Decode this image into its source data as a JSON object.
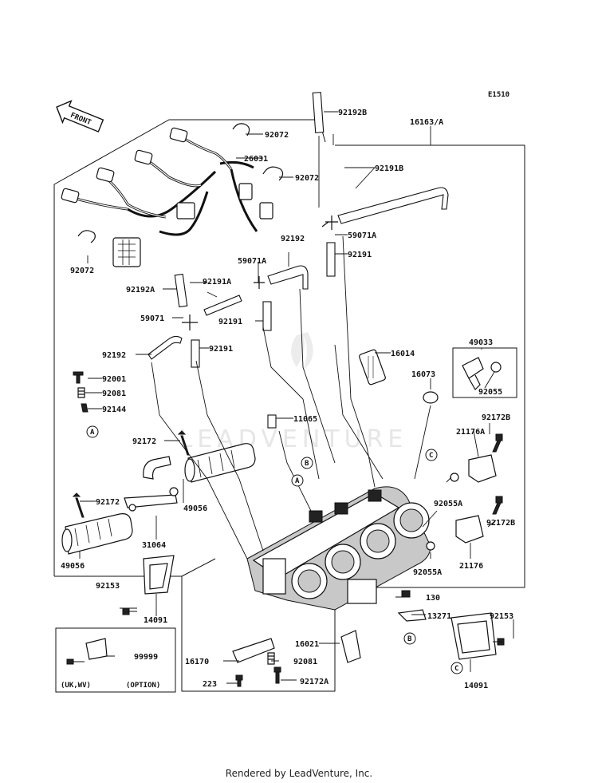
{
  "diagram_code": "E1510",
  "front_label": "FRONT",
  "watermark": "LEADVENTURE",
  "footer": "Rendered by LeadVenture, Inc.",
  "option_box": {
    "note": "(UK,WV)",
    "option": "(OPTION)"
  },
  "callouts": {
    "A": "A",
    "B": "B",
    "C": "C"
  },
  "parts": {
    "p92192B": "92192B",
    "p16163A": "16163/A",
    "p92072a": "92072",
    "p26031": "26031",
    "p92072b": "92072",
    "p92191B": "92191B",
    "p59071A_top": "59071A",
    "p92191_top": "92191",
    "p92072c": "92072",
    "p92192_mid": "92192",
    "p59071A_mid": "59071A",
    "p92192A": "92192A",
    "p92191A": "92191A",
    "p59071": "59071",
    "p92191_mid": "92191",
    "p92191_low": "92191",
    "p92192_low": "92192",
    "p16014": "16014",
    "p49033": "49033",
    "p16073": "16073",
    "p92055": "92055",
    "p92001": "92001",
    "p92081a": "92081",
    "p92144": "92144",
    "p11065": "11065",
    "p92172B_top": "92172B",
    "p21176A": "21176A",
    "p92172a": "92172",
    "p92055A_top": "92055A",
    "p92172b": "92172",
    "p49056_mid": "49056",
    "p92172B_bot": "92172B",
    "p31064": "31064",
    "p49056_low": "49056",
    "p92055A_bot": "92055A",
    "p21176": "21176",
    "p92153_left": "92153",
    "p14091_left": "14091",
    "p130": "130",
    "p13271": "13271",
    "p92153_right": "92153",
    "p99999": "99999",
    "p16021": "16021",
    "p16170": "16170",
    "p92081b": "92081",
    "p223": "223",
    "p92172A": "92172A",
    "p14091_right": "14091"
  }
}
